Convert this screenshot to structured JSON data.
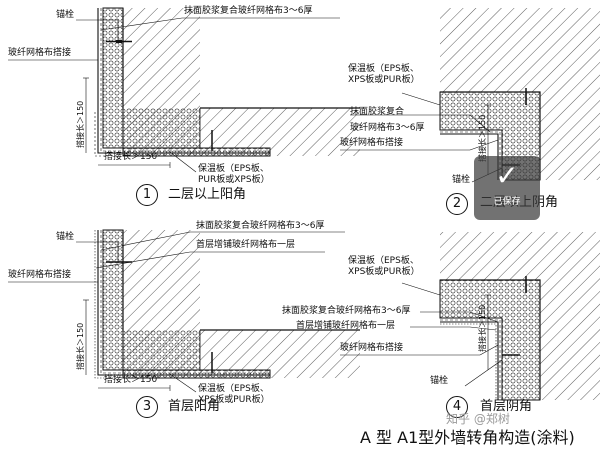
{
  "figure_title": "A 型   A1型外墙转角构造(涂料)",
  "panels": {
    "p1": {
      "number": "1",
      "caption": "二层以上阳角",
      "labels": {
        "anchor": "锚栓",
        "finish": "抹面胶浆复合玻纤网格布3～6厚",
        "mesh_lap": "玻纤网格布搭接",
        "insulation": "保温板（EPS板、\nPUR板或XPS板）",
        "lap_v": "搭接长＞150",
        "lap_h": "搭接长＞150"
      }
    },
    "p2": {
      "number": "2",
      "caption": "二层以上阴角",
      "labels": {
        "insulation": "保温板（EPS板、\nXPS板或PUR板）",
        "finish": "抹面胶浆复合\n玻纤网格布3～6厚",
        "mesh_lap": "玻纤网格布搭接",
        "anchor": "锚栓",
        "lap_v": "搭接长＞150"
      }
    },
    "p3": {
      "number": "3",
      "caption": "首层阳角",
      "labels": {
        "anchor": "锚栓",
        "finish": "抹面胶浆复合玻纤网格布3～6厚",
        "extra_mesh": "首层增铺玻纤网格布一层",
        "mesh_lap": "玻纤网格布搭接",
        "insulation": "保温板（EPS板、\nXPS板或PUR板）",
        "lap_v": "搭接长＞150",
        "lap_h": "搭接长＞150"
      }
    },
    "p4": {
      "number": "4",
      "caption": "首层阴角",
      "labels": {
        "insulation": "保温板（EPS板、\nXPS板或PUR板）",
        "finish": "抹面胶浆复合玻纤网格布3～6厚",
        "extra_mesh": "首层增铺玻纤网格布一层",
        "mesh_lap": "玻纤网格布搭接",
        "anchor": "锚栓",
        "lap_v": "搭接长＞150"
      }
    }
  },
  "save_overlay": {
    "icon": "check-icon",
    "label": "已保存"
  },
  "watermark": "知乎 @郑树"
}
